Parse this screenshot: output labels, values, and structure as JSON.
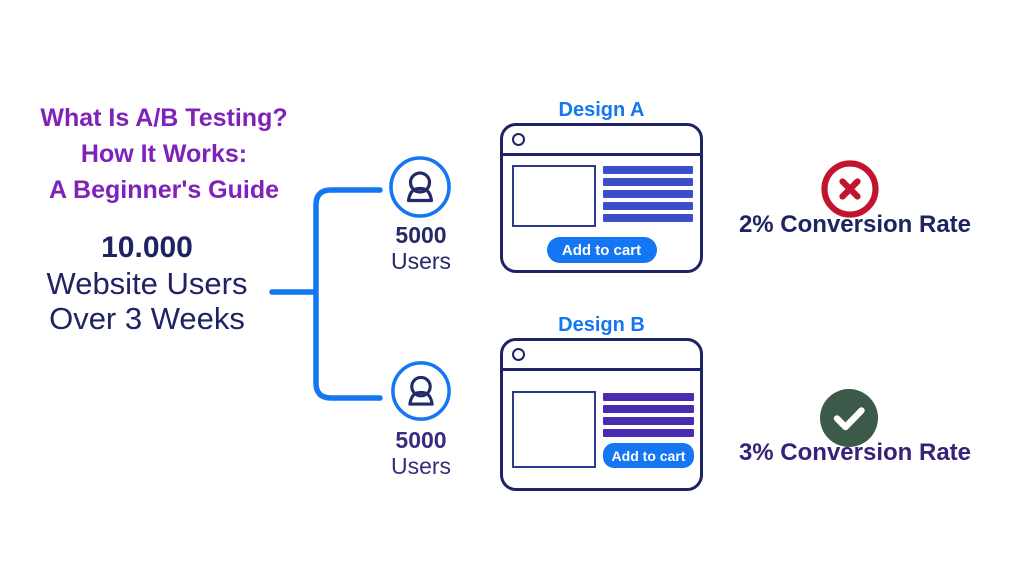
{
  "title": {
    "line1": "What Is A/B Testing?",
    "line2": "How It Works:",
    "line3": "A Beginner's Guide"
  },
  "audience": {
    "count": "10.000",
    "label_line1": "Website Users",
    "label_line2": "Over 3 Weeks"
  },
  "variant_a": {
    "design_label": "Design A",
    "users_count": "5000",
    "users_label": "Users",
    "button_label": "Add to cart",
    "result_label": "2% Conversion Rate",
    "outcome": "negative"
  },
  "variant_b": {
    "design_label": "Design B",
    "users_count": "5000",
    "users_label": "Users",
    "button_label": "Add to cart",
    "result_label": "3% Conversion Rate",
    "outcome": "positive"
  },
  "colors": {
    "title_purple": "#7e22b8",
    "navy_text": "#1f2363",
    "purple_text": "#37217b",
    "connector_blue": "#1476f2",
    "design_a_bars": "#3a4fc9",
    "design_b_bars": "#4b2bb0",
    "button_blue": "#1476f2",
    "negative_red": "#c3142f",
    "positive_green": "#3c5a49"
  }
}
